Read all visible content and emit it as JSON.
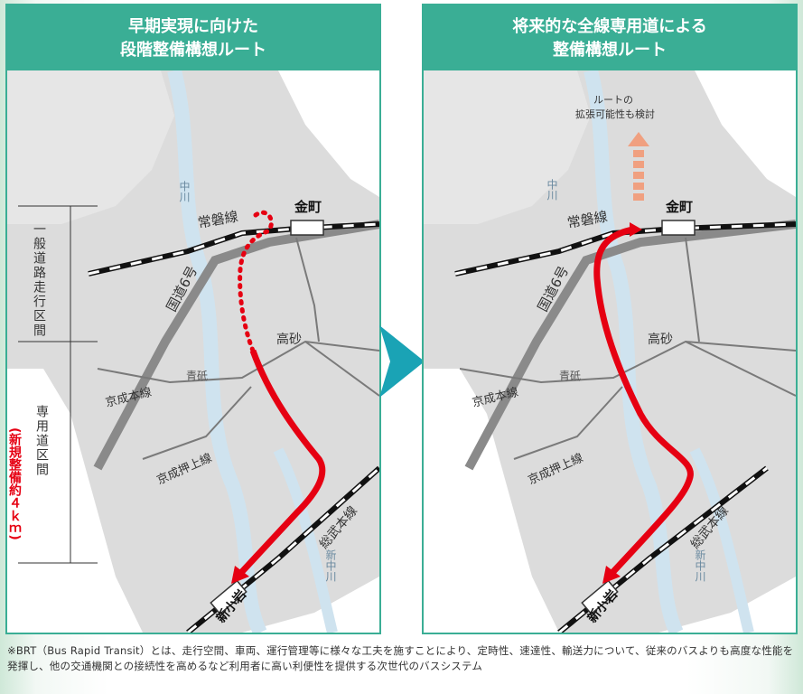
{
  "left_panel": {
    "title_line1": "早期実現に向けた",
    "title_line2": "段階整備構想ルート",
    "labels": {
      "joban": "常磐線",
      "kanamachi": "金町",
      "kokudo": "国道6号",
      "takasago": "高砂",
      "aoto": "青砥",
      "keisei_main": "京成本線",
      "keisei_oshiage": "京成押上線",
      "sobu": "総武本線",
      "shinkoiwa": "新小岩",
      "nakagawa": "中川",
      "shin_nakagawa": "新中川"
    },
    "bracket_general": "一般道路走行区間",
    "bracket_dedicated": "専用道区間",
    "bracket_new_note": "(新規整備約４ｋｍ)"
  },
  "right_panel": {
    "title_line1": "将来的な全線専用道による",
    "title_line2": "整備構想ルート",
    "extension_note_line1": "ルートの",
    "extension_note_line2": "拡張可能性も検討",
    "labels": {
      "joban": "常磐線",
      "kanamachi": "金町",
      "kokudo": "国道6号",
      "takasago": "高砂",
      "aoto": "青砥",
      "keisei_main": "京成本線",
      "keisei_oshiage": "京成押上線",
      "sobu": "総武本線",
      "shinkoiwa": "新小岩",
      "nakagawa": "中川",
      "shin_nakagawa": "新中川"
    }
  },
  "footnote": "※BRT（Bus Rapid Transit）とは、走行空間、車両、運行管理等に様々な工夫を施すことにより、定時性、速達性、輸送力について、従来のバスよりも高度な性能を発揮し、他の交通機関との接続性を高めるなど利用者に高い利便性を提供する次世代のバスシステム",
  "colors": {
    "accent": "#3aae95",
    "route_red": "#e60012",
    "extension_orange": "#f0a080",
    "arrow_teal": "#1aa3b5",
    "land_gray": "#dcdcdc",
    "water": "#cfe3ef"
  }
}
